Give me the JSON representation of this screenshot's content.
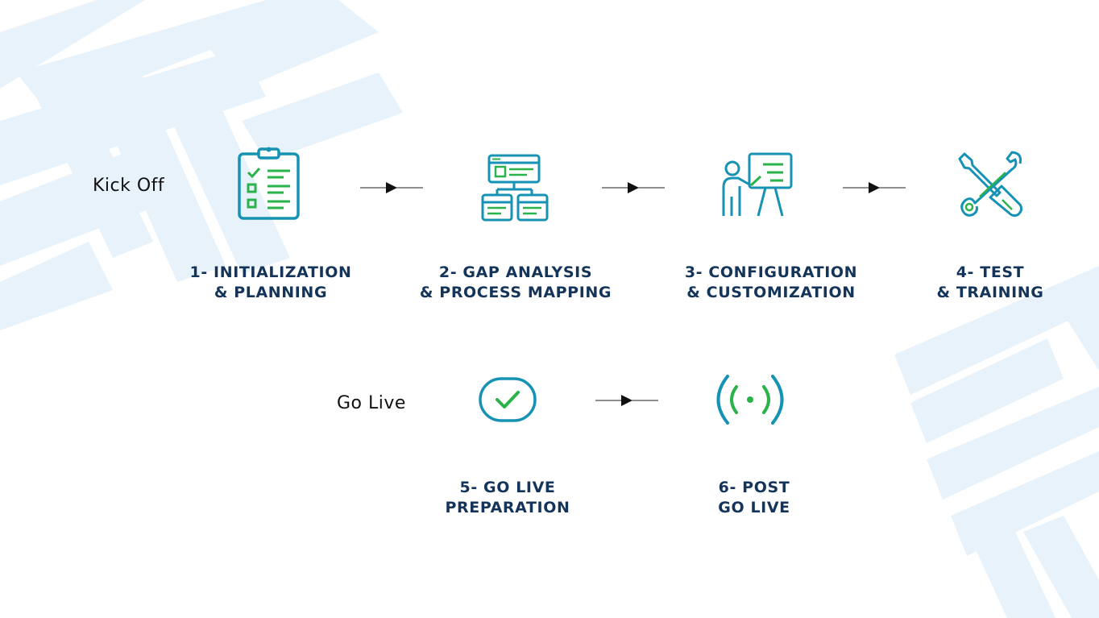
{
  "colors": {
    "teal": "#1692b4",
    "green": "#2ab34a",
    "navy": "#14345a",
    "watermark": "#e8f2fb"
  },
  "start_label": "Kick Off",
  "go_live_label": "Go Live",
  "steps": [
    {
      "line1": "1- INITIALIZATION",
      "line2": "& PLANNING",
      "icon": "clipboard-checklist-icon"
    },
    {
      "line1": "2- GAP ANALYSIS",
      "line2": "& PROCESS MAPPING",
      "icon": "process-diagram-icon"
    },
    {
      "line1": "3- CONFIGURATION",
      "line2": "& CUSTOMIZATION",
      "icon": "presentation-board-icon"
    },
    {
      "line1": "4- TEST",
      "line2": "& TRAINING",
      "icon": "wrench-screwdriver-icon"
    },
    {
      "line1": "5- GO LIVE",
      "line2": "PREPARATION",
      "icon": "checkmark-badge-icon"
    },
    {
      "line1": "6- POST",
      "line2": "GO LIVE",
      "icon": "broadcast-signal-icon"
    }
  ]
}
